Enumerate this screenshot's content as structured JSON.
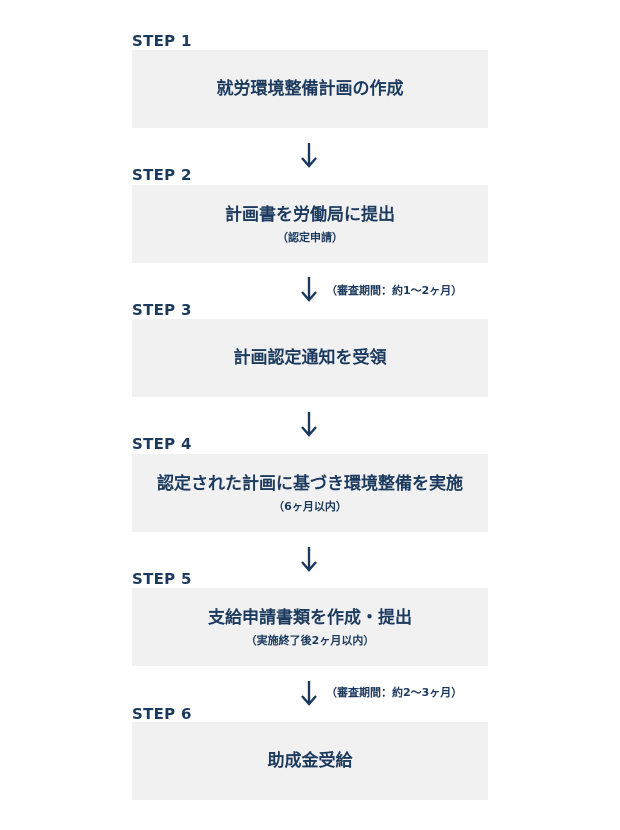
{
  "steps": [
    {
      "label": "STEP 1",
      "title": "就労環境整備計画の作成",
      "note": ""
    },
    {
      "label": "STEP 2",
      "title": "計画書を労働局に提出",
      "note": "（認定申請）"
    },
    {
      "label": "STEP 3",
      "title": "計画認定通知を受領",
      "note": ""
    },
    {
      "label": "STEP 4",
      "title": "認定された計画に基づき環境整備を実施",
      "note": "（6ヶ月以内）"
    },
    {
      "label": "STEP 5",
      "title": "支給申請書類を作成・提出",
      "note": "（実施終了後2ヶ月以内）"
    },
    {
      "label": "STEP 6",
      "title": "助成金受給",
      "note": ""
    }
  ],
  "arrows": [
    {
      "period": ""
    },
    {
      "period": "（審査期間：約1〜2ヶ月）"
    },
    {
      "period": ""
    },
    {
      "period": ""
    },
    {
      "period": "（審査期間：約2〜3ヶ月）"
    }
  ],
  "colors": {
    "text": "#1c3a5e",
    "box": "#f1f1f1",
    "arrow": "#1c3a5e"
  },
  "icons": {
    "arrow": "arrow-down-icon"
  }
}
